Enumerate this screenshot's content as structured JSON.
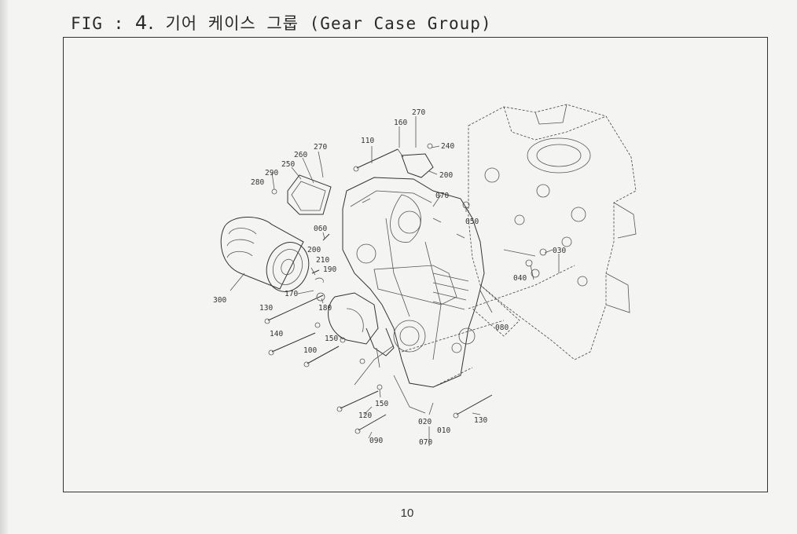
{
  "document": {
    "fig_label": "FIG",
    "fig_separator": ":",
    "fig_number": "4.",
    "title_korean": "기어 케이스 그룹",
    "title_english": "(Gear Case Group)",
    "page_number": "10"
  },
  "callouts": [
    {
      "id": "c270a",
      "text": "270"
    },
    {
      "id": "c160a",
      "text": "160"
    },
    {
      "id": "c110",
      "text": "110"
    },
    {
      "id": "c240",
      "text": "240"
    },
    {
      "id": "c270b",
      "text": "270"
    },
    {
      "id": "c260",
      "text": "260"
    },
    {
      "id": "c250",
      "text": "250"
    },
    {
      "id": "c290",
      "text": "290"
    },
    {
      "id": "c280",
      "text": "280"
    },
    {
      "id": "c200a",
      "text": "200"
    },
    {
      "id": "c070a",
      "text": "070"
    },
    {
      "id": "c050",
      "text": "050"
    },
    {
      "id": "c060",
      "text": "060"
    },
    {
      "id": "c200b",
      "text": "200"
    },
    {
      "id": "c210",
      "text": "210"
    },
    {
      "id": "c190",
      "text": "190"
    },
    {
      "id": "c030",
      "text": "030"
    },
    {
      "id": "c040",
      "text": "040"
    },
    {
      "id": "c300",
      "text": "300"
    },
    {
      "id": "c170",
      "text": "170"
    },
    {
      "id": "c180",
      "text": "180"
    },
    {
      "id": "c130a",
      "text": "130"
    },
    {
      "id": "c140",
      "text": "140"
    },
    {
      "id": "c150a",
      "text": "150"
    },
    {
      "id": "c100",
      "text": "100"
    },
    {
      "id": "c080",
      "text": "080"
    },
    {
      "id": "c150b",
      "text": "150"
    },
    {
      "id": "c120",
      "text": "120"
    },
    {
      "id": "c020",
      "text": "020"
    },
    {
      "id": "c010",
      "text": "010"
    },
    {
      "id": "c090",
      "text": "090"
    },
    {
      "id": "c070b",
      "text": "070"
    },
    {
      "id": "c130b",
      "text": "130"
    }
  ]
}
